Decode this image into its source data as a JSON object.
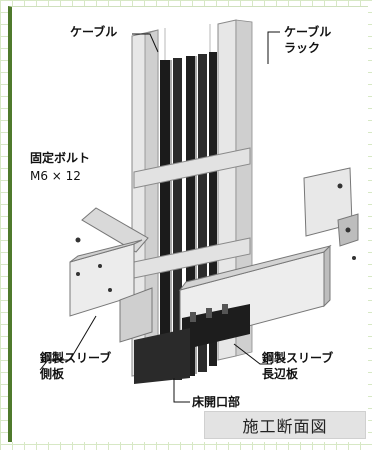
{
  "labels": {
    "cable": "ケーブル",
    "cable_rack_line1": "ケーブル",
    "cable_rack_line2": "ラック",
    "fixing_bolt": "固定ボルト",
    "bolt_size": "M6 × 12",
    "sleeve_side_line1": "鋼製スリーブ",
    "sleeve_side_line2": "側板",
    "sleeve_long_line1": "鋼製スリーブ",
    "sleeve_long_line2": "長辺板",
    "floor_opening": "床開口部"
  },
  "caption": "施工断面図",
  "colors": {
    "frame_green": "#4f7a2c",
    "grid": "#d7e8c5",
    "metal_light": "#e9e9e9",
    "metal_mid": "#c9c9c9",
    "cable_dark": "#1b1b1b",
    "caption_bg": "#e3e3e3"
  }
}
